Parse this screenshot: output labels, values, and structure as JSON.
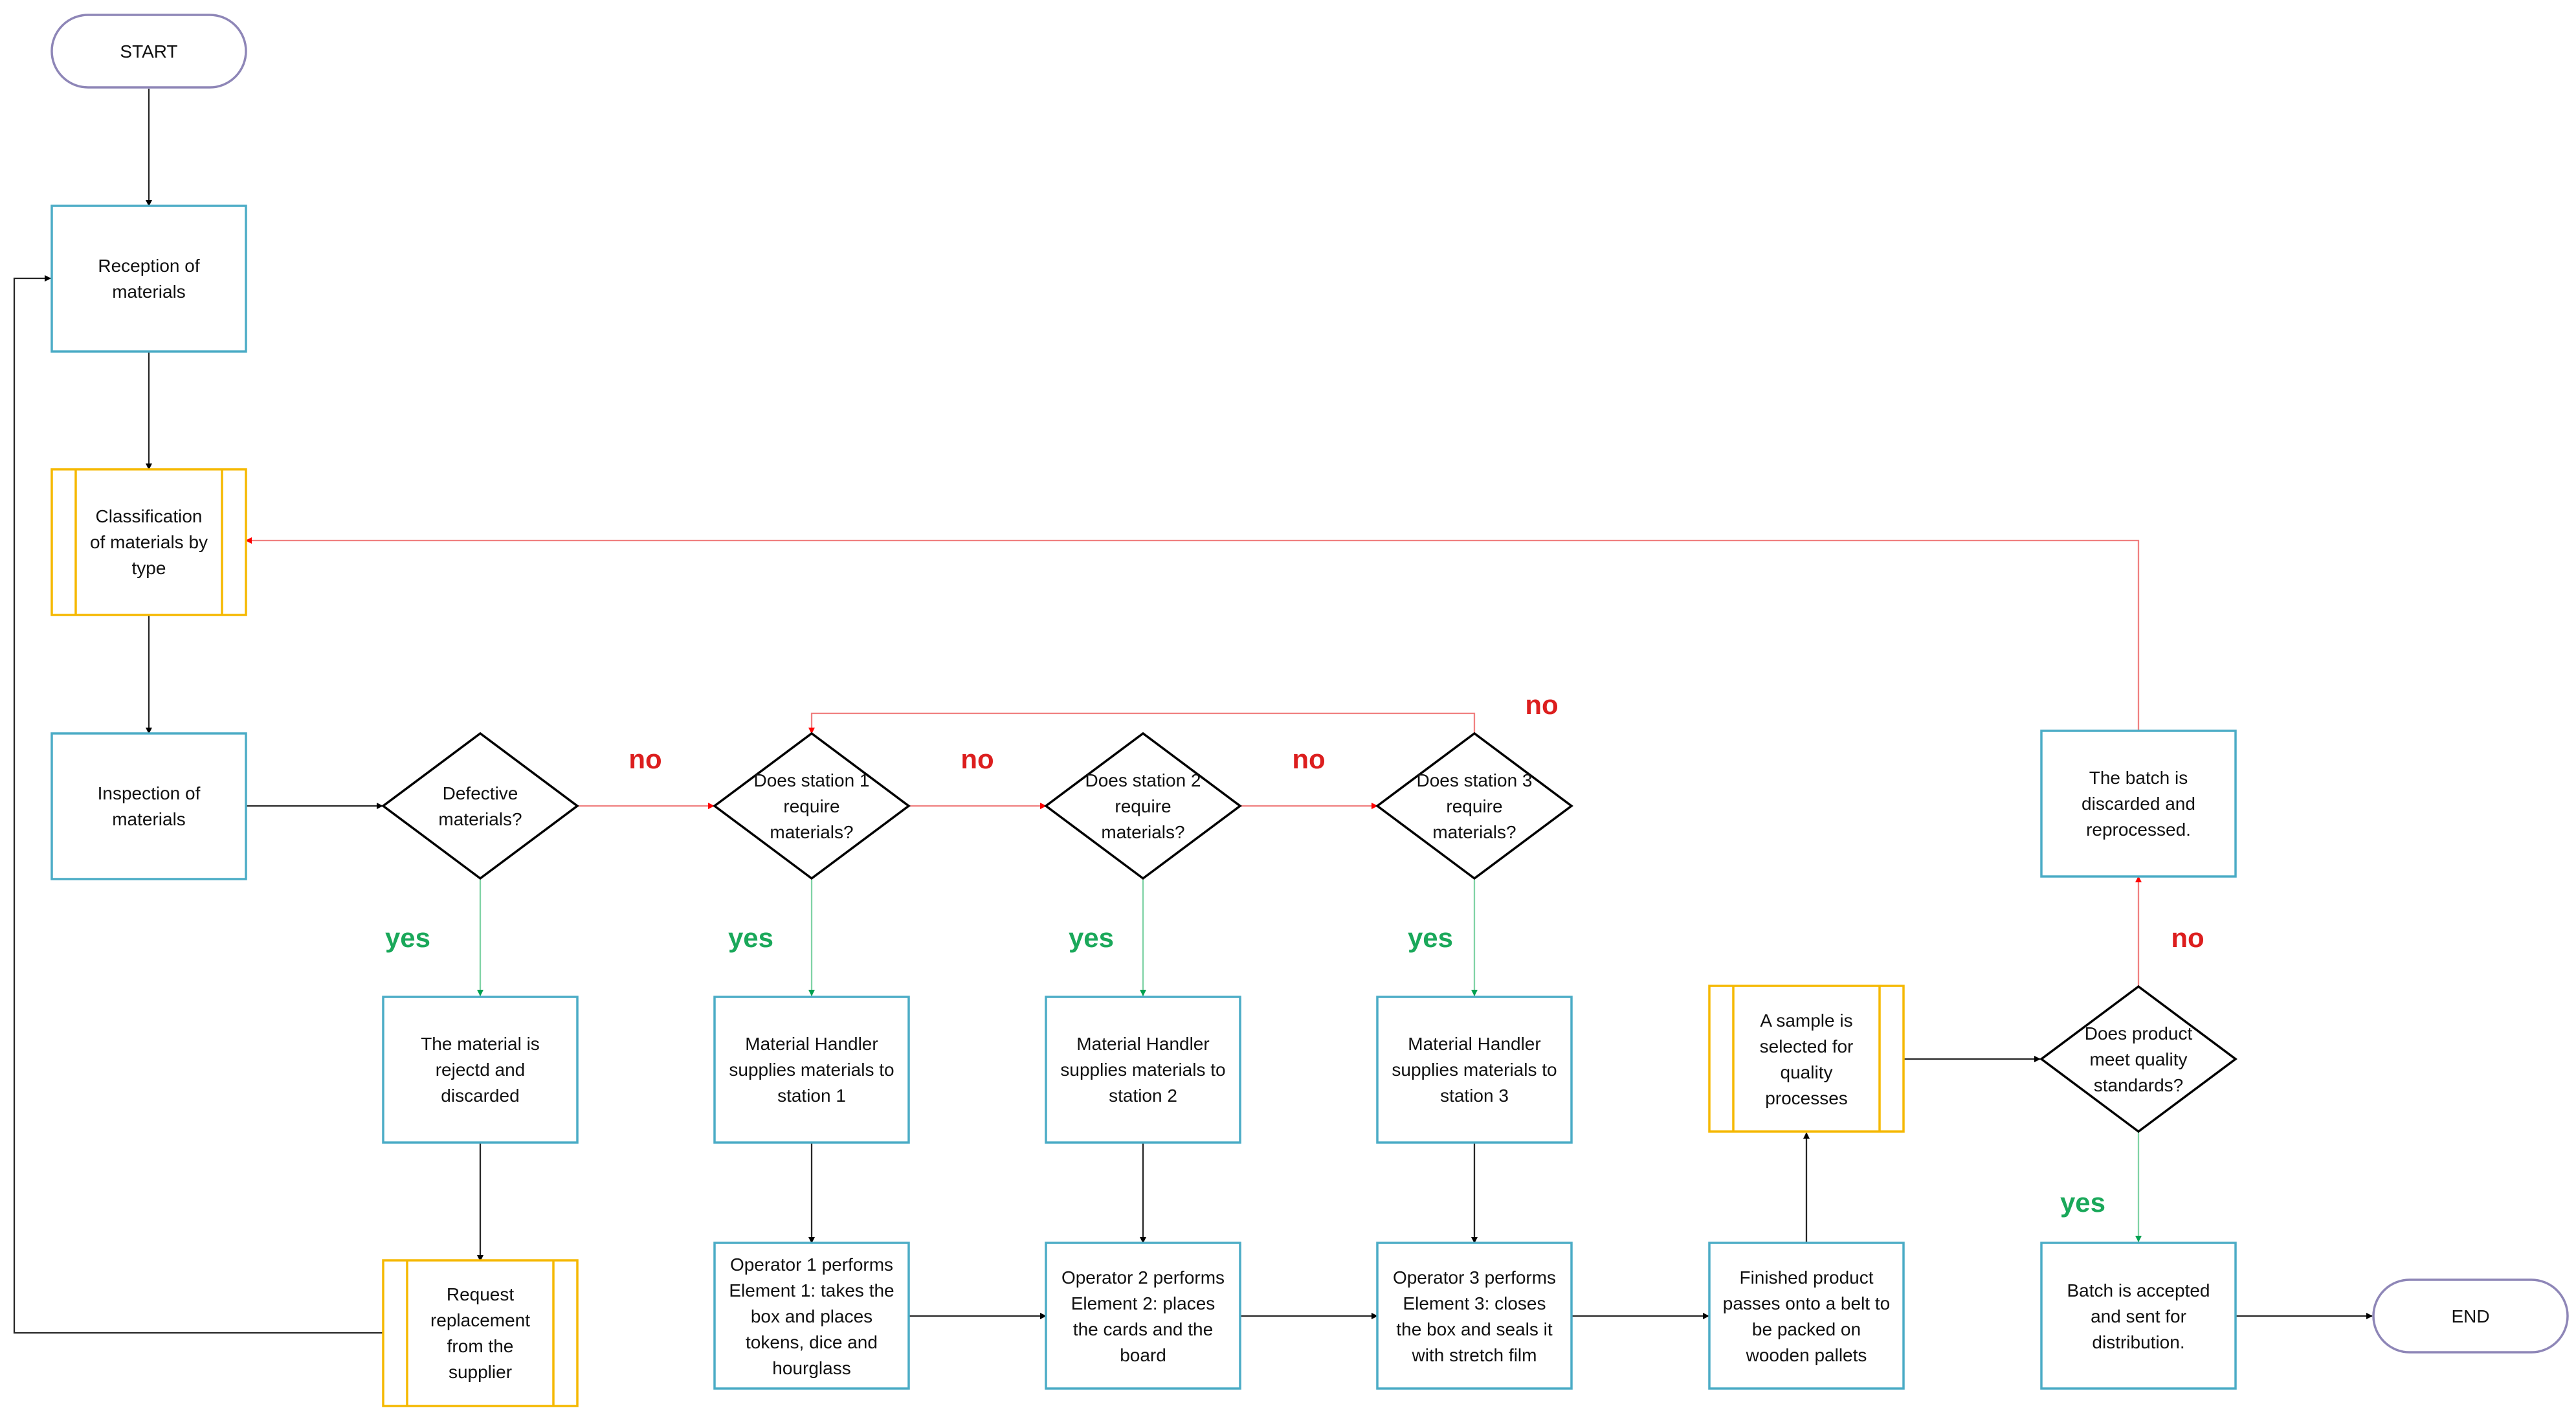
{
  "colors": {
    "process_border": "#4bacc6",
    "predefined_border": "#f5b800",
    "decision_border": "#000000",
    "terminal_border": "#8e86b7",
    "arrow_default": "#262626",
    "arrow_no": "#f08080",
    "arrow_yes": "#7fd3a5",
    "label_no": "#dc1e1e",
    "label_yes": "#1aa85a"
  },
  "nodes": {
    "start": {
      "lines": [
        "START"
      ]
    },
    "reception": {
      "lines": [
        "Reception of",
        "materials"
      ]
    },
    "classification": {
      "lines": [
        "Classification",
        "of materials by",
        "type"
      ]
    },
    "inspection": {
      "lines": [
        "Inspection of",
        "materials"
      ]
    },
    "defective": {
      "lines": [
        "Defective",
        "materials?"
      ]
    },
    "station1_q": {
      "lines": [
        "Does station 1",
        "require",
        "materials?"
      ]
    },
    "station2_q": {
      "lines": [
        "Does station 2",
        "require",
        "materials?"
      ]
    },
    "station3_q": {
      "lines": [
        "Does station 3",
        "require",
        "materials?"
      ]
    },
    "rejected": {
      "lines": [
        "The material is",
        "rejectd and",
        "discarded"
      ]
    },
    "handler1": {
      "lines": [
        "Material Handler",
        "supplies materials to",
        "station 1"
      ]
    },
    "handler2": {
      "lines": [
        "Material Handler",
        "supplies materials to",
        "station 2"
      ]
    },
    "handler3": {
      "lines": [
        "Material Handler",
        "supplies materials to",
        "station 3"
      ]
    },
    "replacement": {
      "lines": [
        "Request",
        "replacement",
        "from the",
        "supplier"
      ]
    },
    "operator1": {
      "lines": [
        "Operator 1 performs",
        "Element 1: takes the",
        "box and places",
        "tokens, dice and",
        "hourglass"
      ]
    },
    "operator2": {
      "lines": [
        "Operator 2 performs",
        "Element 2: places",
        "the cards and the",
        "board"
      ]
    },
    "operator3": {
      "lines": [
        "Operator 3 performs",
        "Element 3: closes",
        "the box and seals it",
        "with stretch film"
      ]
    },
    "finished": {
      "lines": [
        "Finished product",
        "passes onto a belt to",
        "be packed on",
        "wooden pallets"
      ]
    },
    "sample": {
      "lines": [
        "A sample is",
        "selected for",
        "quality",
        "processes"
      ]
    },
    "quality_q": {
      "lines": [
        "Does product",
        "meet quality",
        "standards?"
      ]
    },
    "batch_discarded": {
      "lines": [
        "The batch is",
        "discarded and",
        "reprocessed."
      ]
    },
    "batch_accepted": {
      "lines": [
        "Batch is accepted",
        "and sent for",
        "distribution."
      ]
    },
    "end": {
      "lines": [
        "END"
      ]
    }
  },
  "branch_labels": {
    "no_defective": "no",
    "no_station1": "no",
    "no_station2": "no",
    "no_station3": "no",
    "no_quality": "no",
    "yes_defective": "yes",
    "yes_station1": "yes",
    "yes_station2": "yes",
    "yes_station3": "yes",
    "yes_quality": "yes"
  }
}
